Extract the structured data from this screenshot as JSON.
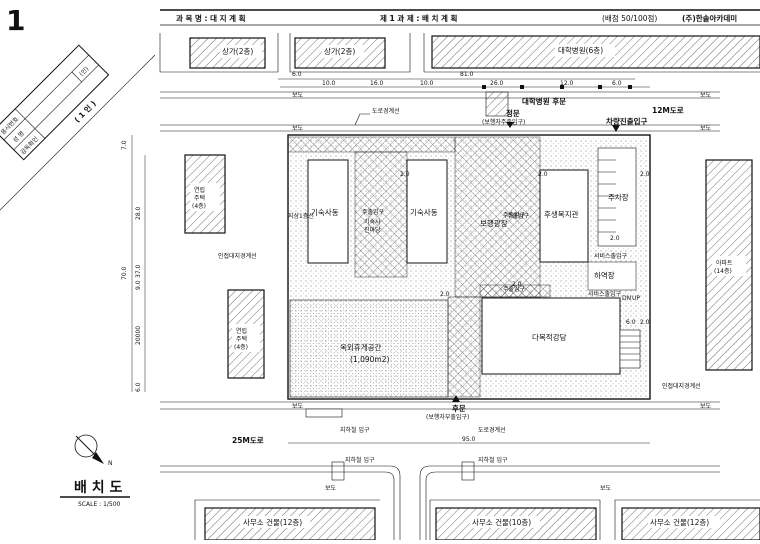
{
  "header": {
    "subject": "과 목 명 : 대 지 계 획",
    "task": "제 1 과 제 : 배 치 계 획",
    "score": "(배점 50/100점)",
    "company": "(주)한솔아카데미"
  },
  "stamp": {
    "number": "1",
    "exam_no": "응시번호",
    "name": "성 명",
    "supervisor": "감독확인",
    "seal": "(인)",
    "sheet": "( 1 인 )"
  },
  "buildings": {
    "shop_left": "상가(2층)",
    "shop_right": "상가(2층)",
    "hospital": "대학병원(6층)",
    "row_house_top_1": "연립",
    "row_house_top_2": "주택",
    "row_house_top_3": "(4층)",
    "row_house_bot_1": "연립",
    "row_house_bot_2": "주택",
    "row_house_bot_3": "(4층)",
    "apartment_1": "아파트",
    "apartment_2": "(14층)",
    "office_1": "사무소 건물(12층)",
    "office_2": "사무소 건물(10층)",
    "office_3": "사무소 건물(12층)"
  },
  "site": {
    "dorm_1": "기숙사동",
    "dorm_2": "기숙사동",
    "dorm_yard_1": "기숙사",
    "dorm_yard_2": "진마당",
    "entrance_a": "주출입구",
    "entrance_b": "주출입구",
    "entrance_c": "주출입구",
    "entrance_d": "주출입구",
    "welfare": "후생복지관",
    "plaza": "보행광장",
    "parking": "주차장",
    "loading": "하역장",
    "service_1": "서비스출입구",
    "service_2": "서비스출입구",
    "gym": "다목적강당",
    "park_1": "옥외휴게공간",
    "park_2": "(1,090m2)",
    "setback": "지상1층선",
    "dn": "DN",
    "up": "UP"
  },
  "roads": {
    "sidewalk": "보도",
    "road_12": "12M도로",
    "road_25": "25M도로",
    "line_top": "도로경계선",
    "line_bottom": "도로경계선",
    "adj_left": "인접대지경계선",
    "adj_right": "인접대지경계선",
    "north_gate_1": "정문",
    "north_gate_2": "(보행자주출입구)",
    "south_gate_1": "후문",
    "south_gate_2": "(보행자부출입구)",
    "hospital_gate": "대학병원 후문",
    "vehicle_gate": "차량진출입구",
    "subway_1": "지하철 입구",
    "subway_2": "지하철 입구",
    "subway_3": "지하철 입구"
  },
  "dimensions": {
    "top_6": "6.0",
    "top_81": "81.0",
    "top_10a": "10.0",
    "top_16": "16.0",
    "top_10b": "10.0",
    "top_26": "26.0",
    "top_12": "12.0",
    "top_6b": "6.0",
    "left_7": "7.0",
    "left_28": "28.0",
    "left_70": "70.0",
    "left_37": "37.0",
    "left_9": "9.0",
    "left_20": "20000",
    "left_6": "6.0",
    "bottom_95": "95.0",
    "r_2a": "2.0",
    "r_2b": "2.0",
    "r_6": "6.0",
    "r_2c": "2.0",
    "i_2a": "2.0",
    "i_2b": "2.0",
    "i_2c": "2.0",
    "i_2d": "2.0"
  },
  "title": {
    "main": "배 치 도",
    "scale": "SCALE : 1/500",
    "north": "N"
  }
}
